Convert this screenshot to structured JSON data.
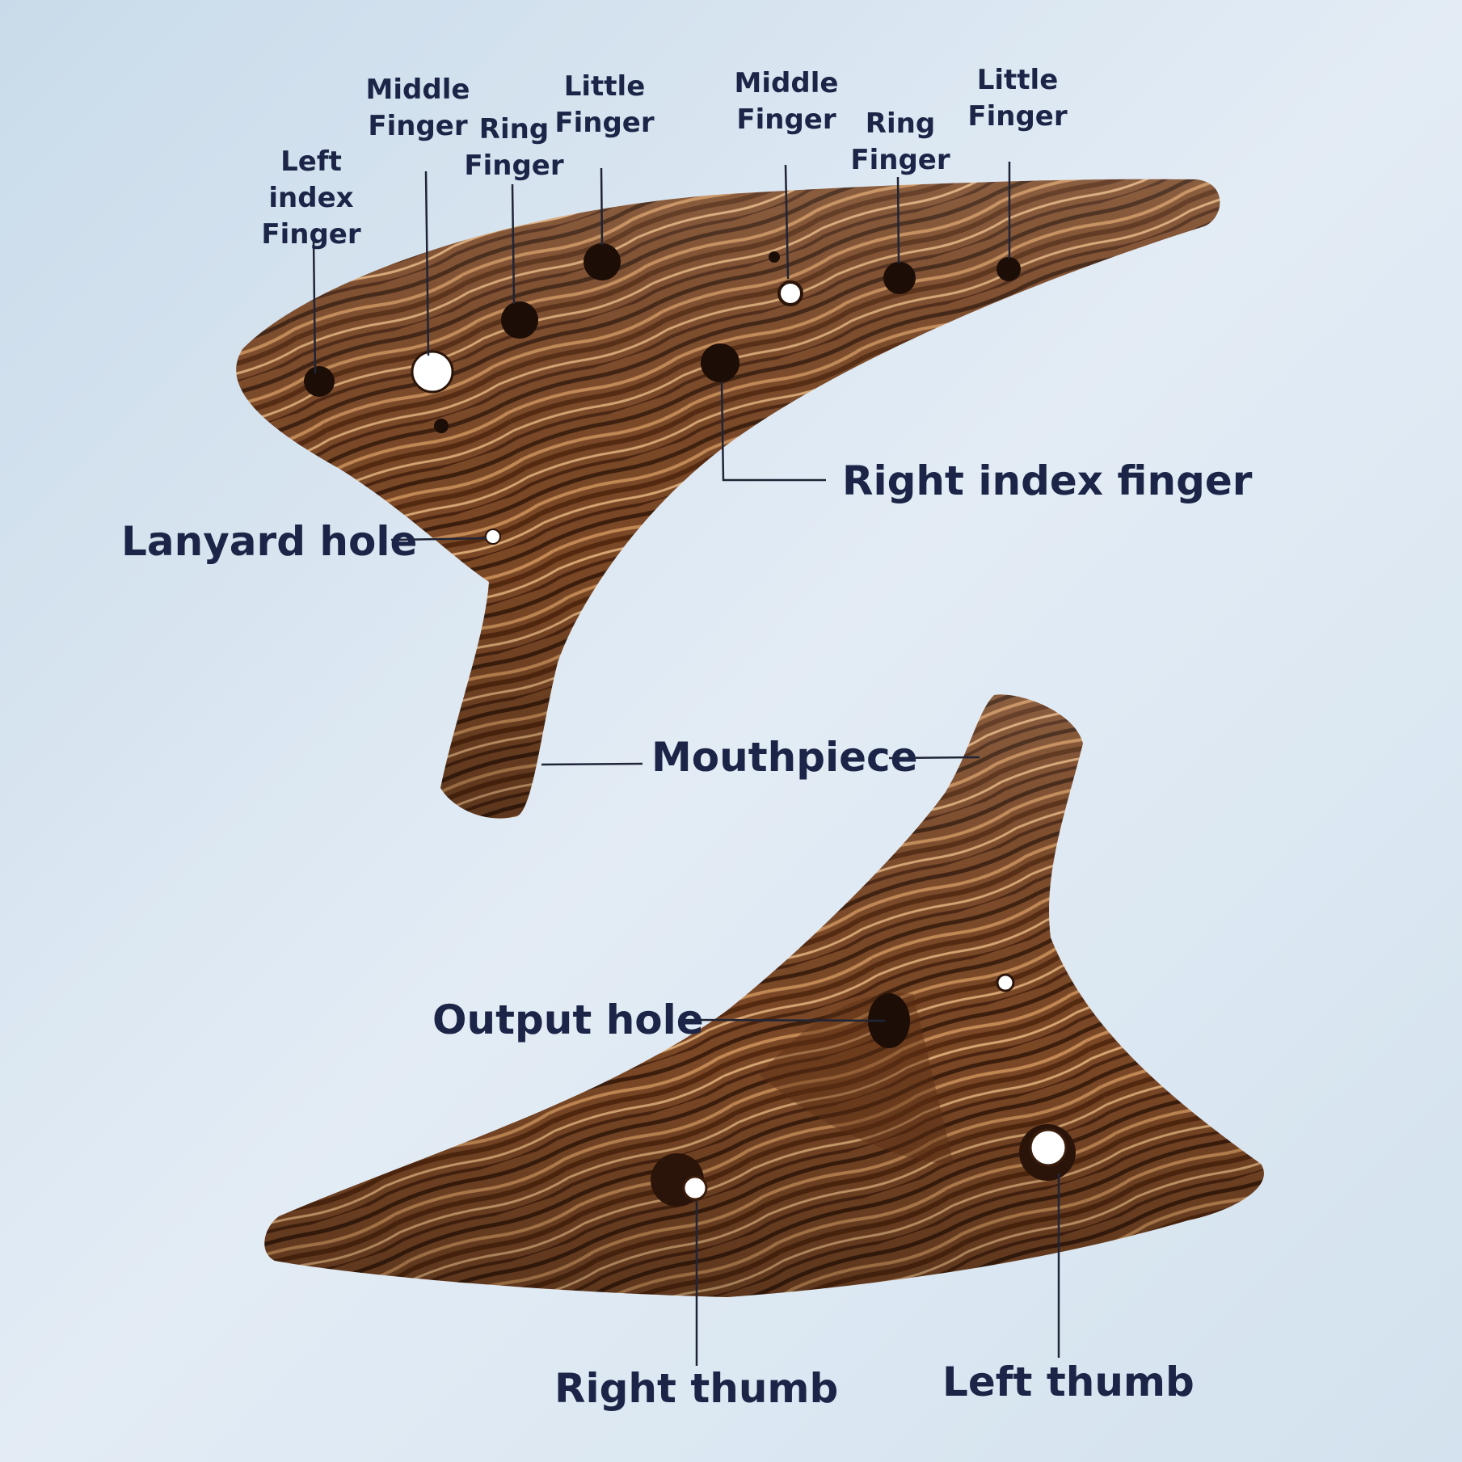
{
  "colors": {
    "label_text": "#1c2547",
    "leader_line": "#1f2436",
    "wood_light": "#c98f5a",
    "wood_mid": "#8a5530",
    "wood_dark": "#4a2713",
    "background_top": "#cddcea",
    "background_bottom": "#e8f0f7"
  },
  "labels": {
    "left_index_finger": "Left index\nFinger",
    "left_middle_finger": "Middle\nFinger",
    "left_ring_finger": "Ring\nFinger",
    "left_little_finger": "Little\nFinger",
    "right_middle_finger": "Middle\nFinger",
    "right_ring_finger": "Ring\nFinger",
    "right_little_finger": "Little\nFinger",
    "right_index_finger": "Right index finger",
    "lanyard_hole": "Lanyard hole",
    "mouthpiece": "Mouthpiece",
    "output_hole": "Output hole",
    "right_thumb": "Right thumb",
    "left_thumb": "Left thumb"
  },
  "icons": {
    "top_ocarina": "ocarina-top-view-image",
    "bottom_ocarina": "ocarina-bottom-view-image"
  }
}
